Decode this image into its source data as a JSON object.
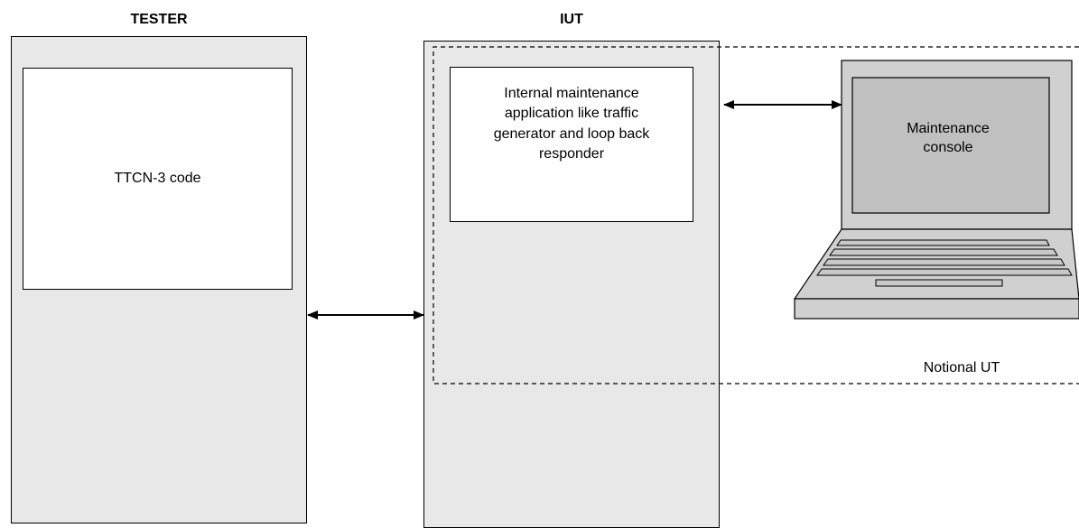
{
  "tester": {
    "title": "TESTER",
    "code_box": "TTCN-3 code"
  },
  "iut": {
    "title": "IUT",
    "internal_app_lines": [
      "Internal maintenance",
      "application like traffic",
      "generator and loop back",
      "responder"
    ]
  },
  "console": {
    "label_lines": [
      "Maintenance",
      "console"
    ]
  },
  "notional_ut": {
    "label": "Notional UT"
  },
  "colors": {
    "panel": "#e8e8e8",
    "screen": "#c0c0c0",
    "laptop_body": "#d0d0d0",
    "stroke": "#000000"
  }
}
